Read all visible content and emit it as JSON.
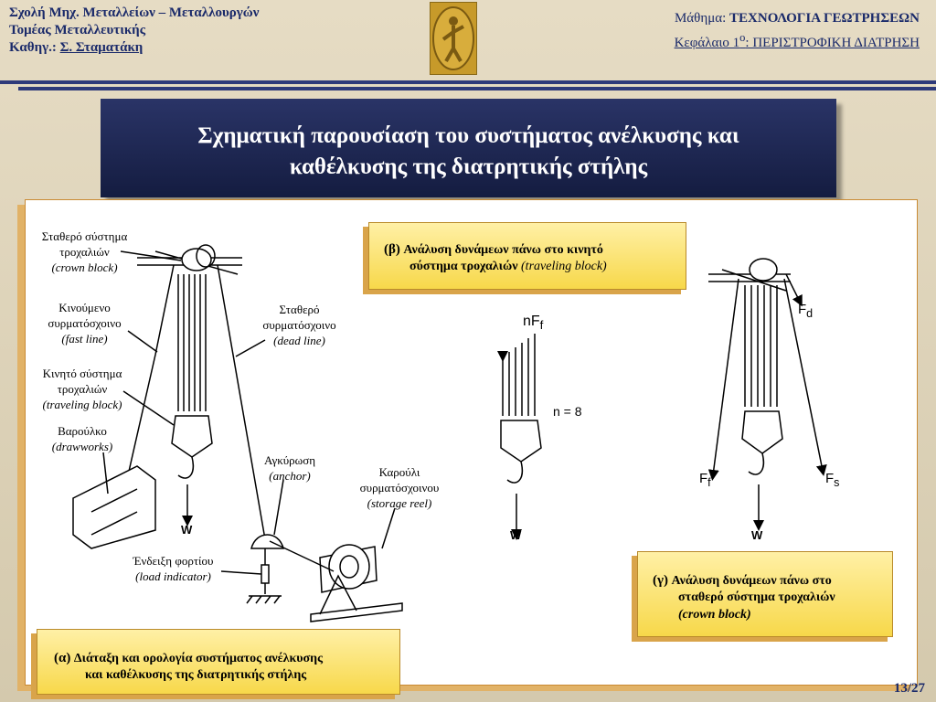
{
  "header": {
    "school": "Σχολή Μηχ. Μεταλλείων – Μεταλλουργών",
    "sector": "Τομέας Μεταλλευτικής",
    "prof_prefix": "Καθηγ.: ",
    "prof_name": "Σ. Σταματάκη",
    "course_prefix": "Μάθημα: ",
    "course": "ΤΕΧΝΟΛΟΓΙΑ ΓΕΩΤΡΗΣΕΩΝ",
    "chapter_prefix": "Κεφάλαιο 1",
    "chapter_sup": "ο",
    "chapter": ": ΠΕΡΙΣΤΡΟΦΙΚΗ ΔΙΑΤΡΗΣΗ"
  },
  "title": {
    "line1": "Σχηματική παρουσίαση του συστήματος ανέλκυσης και",
    "line2": "καθέλκυσης της διατρητικής στήλης"
  },
  "labels": {
    "crown1": "Σταθερό σύστημα",
    "crown2": "τροχαλιών",
    "crown_en": "(crown block)",
    "fast1": "Κινούμενο",
    "fast2": "συρματόσχοινο",
    "fast_en": "(fast line)",
    "dead1": "Σταθερό",
    "dead2": "συρματόσχοινο",
    "dead_en": "(dead line)",
    "trav1": "Κινητό σύστημα",
    "trav2": "τροχαλιών",
    "trav_en": "(traveling block)",
    "draw1": "Βαρούλκο",
    "draw_en": "(drawworks)",
    "anchor1": "Αγκύρωση",
    "anchor_en": "(anchor)",
    "reel1": "Καρούλι",
    "reel2": "συρματόσχοινου",
    "reel_en": "(storage reel)",
    "load1": "Ένδειξη φορτίου",
    "load_en": "(load indicator)"
  },
  "diagram": {
    "w": "W",
    "nff": "nF",
    "nff_sub": "f",
    "n8": "n = 8",
    "fd": "F",
    "fd_sub": "d",
    "ff": "F",
    "ff_sub": "f",
    "fs": "F",
    "fs_sub": "s"
  },
  "boxes": {
    "b_tag": "(β)",
    "b_text1": "Ανάλυση δυνάμεων πάνω στο κινητό",
    "b_text2": "σύστημα τροχαλιών ",
    "b_text2_en": "(traveling block)",
    "c_tag": "(γ)",
    "c_text1": "Ανάλυση δυνάμεων πάνω στο",
    "c_text2": "σταθερό σύστημα τροχαλιών",
    "c_text3": "(crown block)",
    "a_tag": "(α)",
    "a_text1": "Διάταξη και ορολογία συστήματος ανέλκυσης",
    "a_text2": "και καθέλκυσης της διατρητικής στήλης"
  },
  "page": "13/27"
}
